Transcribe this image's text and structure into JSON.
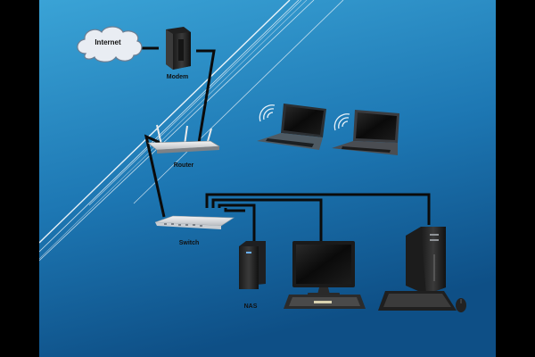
{
  "labels": {
    "internet": "Internet",
    "modem": "Modem",
    "router": "Router",
    "switch": "Switch",
    "nas": "NAS"
  },
  "colors": {
    "slide_top": "#2f93c9",
    "slide_bottom": "#0f5b93",
    "cable": "#0b0b0b",
    "stripe": "#ffffff",
    "letterbox": "#000000"
  },
  "icons": [
    "cloud-icon",
    "modem-icon",
    "router-icon",
    "laptop-icon",
    "wifi-icon",
    "switch-icon",
    "nas-icon",
    "monitor-icon",
    "keyboard-icon",
    "mouse-icon",
    "pc-tower-icon"
  ]
}
